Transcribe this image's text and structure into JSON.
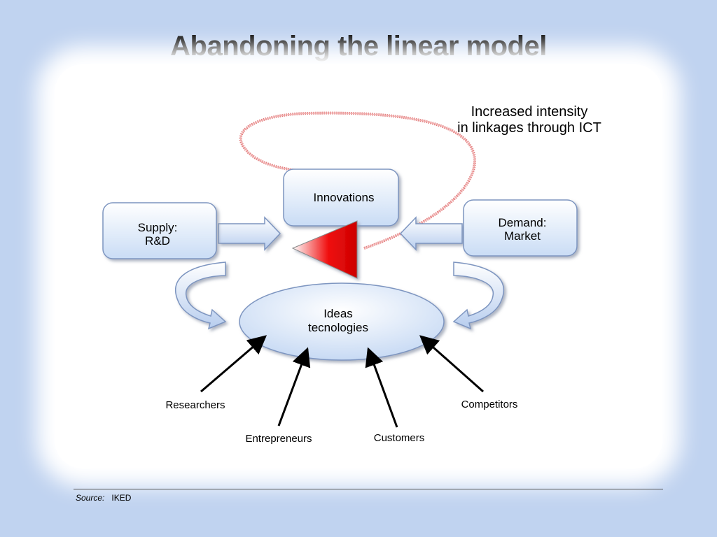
{
  "title": "Abandoning the linear model",
  "annotation": [
    "Increased intensity",
    "in linkages through ICT"
  ],
  "boxes": {
    "innovations": [
      "Innovations"
    ],
    "supply": [
      "Supply:",
      "R&D"
    ],
    "demand": [
      "Demand:",
      "Market"
    ],
    "ideas": [
      "Ideas",
      "tecnologies"
    ]
  },
  "actors": {
    "researchers": "Researchers",
    "entrepreneurs": "Entrepreneurs",
    "customers": "Customers",
    "competitors": "Competitors"
  },
  "source": {
    "label": "Source:",
    "value": "IKED"
  },
  "colors": {
    "background": "#c0d3f0",
    "box_fill_top": "#ffffff",
    "box_fill_bottom": "#c9dcf5",
    "box_stroke": "#7d95c0",
    "triangle": "#e00000",
    "loop": "#e07878"
  }
}
